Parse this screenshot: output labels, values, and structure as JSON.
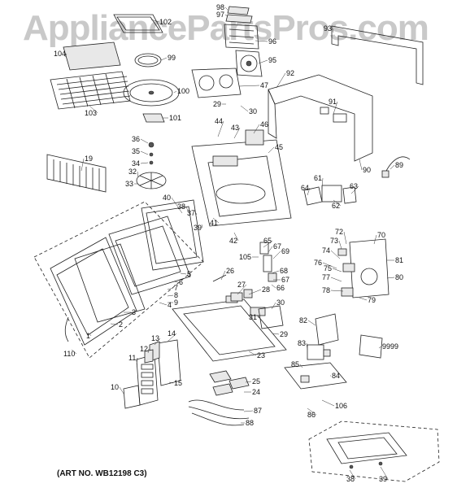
{
  "watermark": "AppliancePartsPros.com",
  "art_number": "(ART NO. WB12198 C3)",
  "callouts": [
    {
      "id": "98",
      "label": "98"
    },
    {
      "id": "97",
      "label": "97"
    },
    {
      "id": "102",
      "label": "102"
    },
    {
      "id": "96",
      "label": "96"
    },
    {
      "id": "93",
      "label": "93"
    },
    {
      "id": "104",
      "label": "104"
    },
    {
      "id": "99",
      "label": "99"
    },
    {
      "id": "95",
      "label": "95"
    },
    {
      "id": "47",
      "label": "47"
    },
    {
      "id": "103",
      "label": "103"
    },
    {
      "id": "100",
      "label": "100"
    },
    {
      "id": "92",
      "label": "92"
    },
    {
      "id": "29",
      "label": "29"
    },
    {
      "id": "30a",
      "label": "30"
    },
    {
      "id": "91",
      "label": "91"
    },
    {
      "id": "101",
      "label": "101"
    },
    {
      "id": "44",
      "label": "44"
    },
    {
      "id": "43",
      "label": "43"
    },
    {
      "id": "46",
      "label": "46"
    },
    {
      "id": "36",
      "label": "36"
    },
    {
      "id": "35",
      "label": "35"
    },
    {
      "id": "45",
      "label": "45"
    },
    {
      "id": "19",
      "label": "19"
    },
    {
      "id": "34",
      "label": "34"
    },
    {
      "id": "90",
      "label": "90"
    },
    {
      "id": "89",
      "label": "89"
    },
    {
      "id": "32",
      "label": "32"
    },
    {
      "id": "33",
      "label": "33"
    },
    {
      "id": "61",
      "label": "61"
    },
    {
      "id": "64",
      "label": "64"
    },
    {
      "id": "63",
      "label": "63"
    },
    {
      "id": "40",
      "label": "40"
    },
    {
      "id": "38a",
      "label": "38"
    },
    {
      "id": "37",
      "label": "37"
    },
    {
      "id": "62",
      "label": "62"
    },
    {
      "id": "41",
      "label": "41"
    },
    {
      "id": "39a",
      "label": "39"
    },
    {
      "id": "42",
      "label": "42"
    },
    {
      "id": "72",
      "label": "72"
    },
    {
      "id": "70",
      "label": "70"
    },
    {
      "id": "73",
      "label": "73"
    },
    {
      "id": "65",
      "label": "65"
    },
    {
      "id": "67a",
      "label": "67"
    },
    {
      "id": "69",
      "label": "69"
    },
    {
      "id": "74",
      "label": "74"
    },
    {
      "id": "105",
      "label": "105"
    },
    {
      "id": "76",
      "label": "76"
    },
    {
      "id": "75",
      "label": "75"
    },
    {
      "id": "81",
      "label": "81"
    },
    {
      "id": "68",
      "label": "68"
    },
    {
      "id": "5",
      "label": "5"
    },
    {
      "id": "6",
      "label": "6"
    },
    {
      "id": "26",
      "label": "26"
    },
    {
      "id": "67b",
      "label": "67"
    },
    {
      "id": "77",
      "label": "77"
    },
    {
      "id": "80",
      "label": "80"
    },
    {
      "id": "7",
      "label": "7"
    },
    {
      "id": "8",
      "label": "8"
    },
    {
      "id": "66",
      "label": "66"
    },
    {
      "id": "9",
      "label": "9"
    },
    {
      "id": "27",
      "label": "27"
    },
    {
      "id": "28",
      "label": "28"
    },
    {
      "id": "78",
      "label": "78"
    },
    {
      "id": "4",
      "label": "4"
    },
    {
      "id": "79",
      "label": "79"
    },
    {
      "id": "30b",
      "label": "30"
    },
    {
      "id": "3",
      "label": "3"
    },
    {
      "id": "31",
      "label": "31"
    },
    {
      "id": "2",
      "label": "2"
    },
    {
      "id": "82",
      "label": "82"
    },
    {
      "id": "29b",
      "label": "29"
    },
    {
      "id": "1",
      "label": "1"
    },
    {
      "id": "14",
      "label": "14"
    },
    {
      "id": "9999",
      "label": "9999"
    },
    {
      "id": "83",
      "label": "83"
    },
    {
      "id": "13",
      "label": "13"
    },
    {
      "id": "12",
      "label": "12"
    },
    {
      "id": "23",
      "label": "23"
    },
    {
      "id": "110",
      "label": "110"
    },
    {
      "id": "11",
      "label": "11"
    },
    {
      "id": "85",
      "label": "85"
    },
    {
      "id": "84",
      "label": "84"
    },
    {
      "id": "15",
      "label": "15"
    },
    {
      "id": "25",
      "label": "25"
    },
    {
      "id": "10",
      "label": "10"
    },
    {
      "id": "24",
      "label": "24"
    },
    {
      "id": "106",
      "label": "106"
    },
    {
      "id": "87",
      "label": "87"
    },
    {
      "id": "86",
      "label": "86"
    },
    {
      "id": "88",
      "label": "88"
    },
    {
      "id": "38b",
      "label": "38"
    },
    {
      "id": "39b",
      "label": "39"
    }
  ]
}
